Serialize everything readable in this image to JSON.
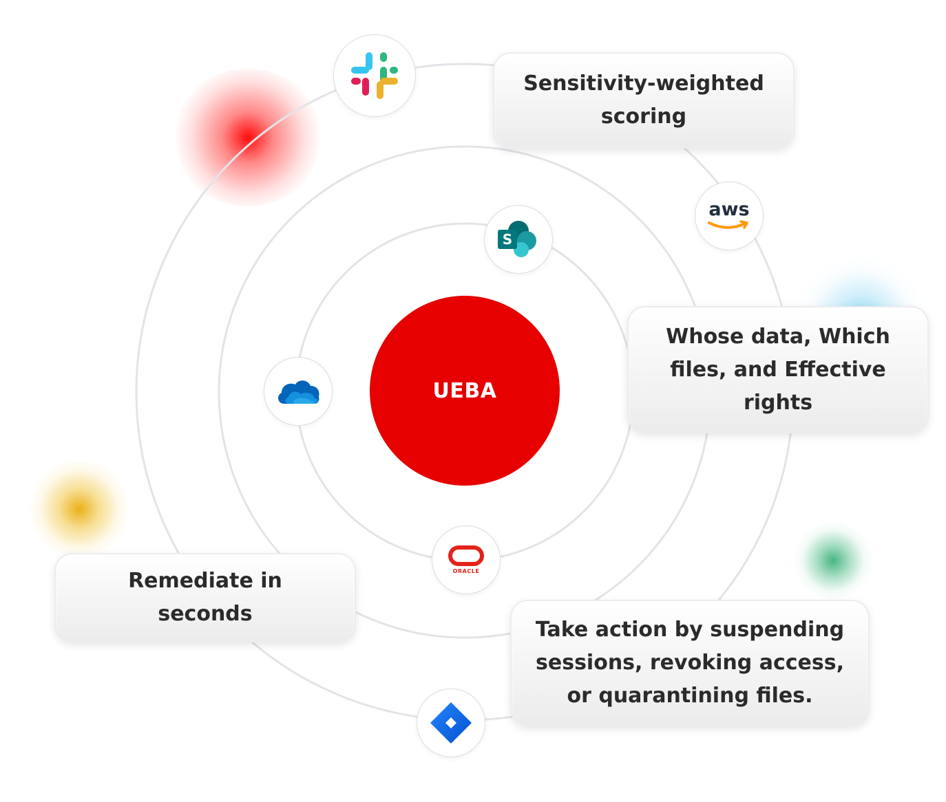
{
  "center_label": "UEBA",
  "cards": {
    "sensitivity": {
      "line1": "Sensitivity-weighted",
      "line2": "scoring"
    },
    "whose_data": {
      "line1": "Whose data, Which",
      "line2": "files, and Effective",
      "line3": "rights"
    },
    "remediate": {
      "line1": "Remediate in",
      "line2": "seconds"
    },
    "take_action": {
      "line1": "Take action by suspending",
      "line2": "sessions, revoking access,",
      "line3": "or quarantining files."
    }
  },
  "logos": {
    "aws_text": "aws",
    "oracle_text": "ORACLE",
    "sharepoint_letter": "S"
  },
  "colors": {
    "center": "#e60000",
    "ring": "#e3e4e8"
  }
}
